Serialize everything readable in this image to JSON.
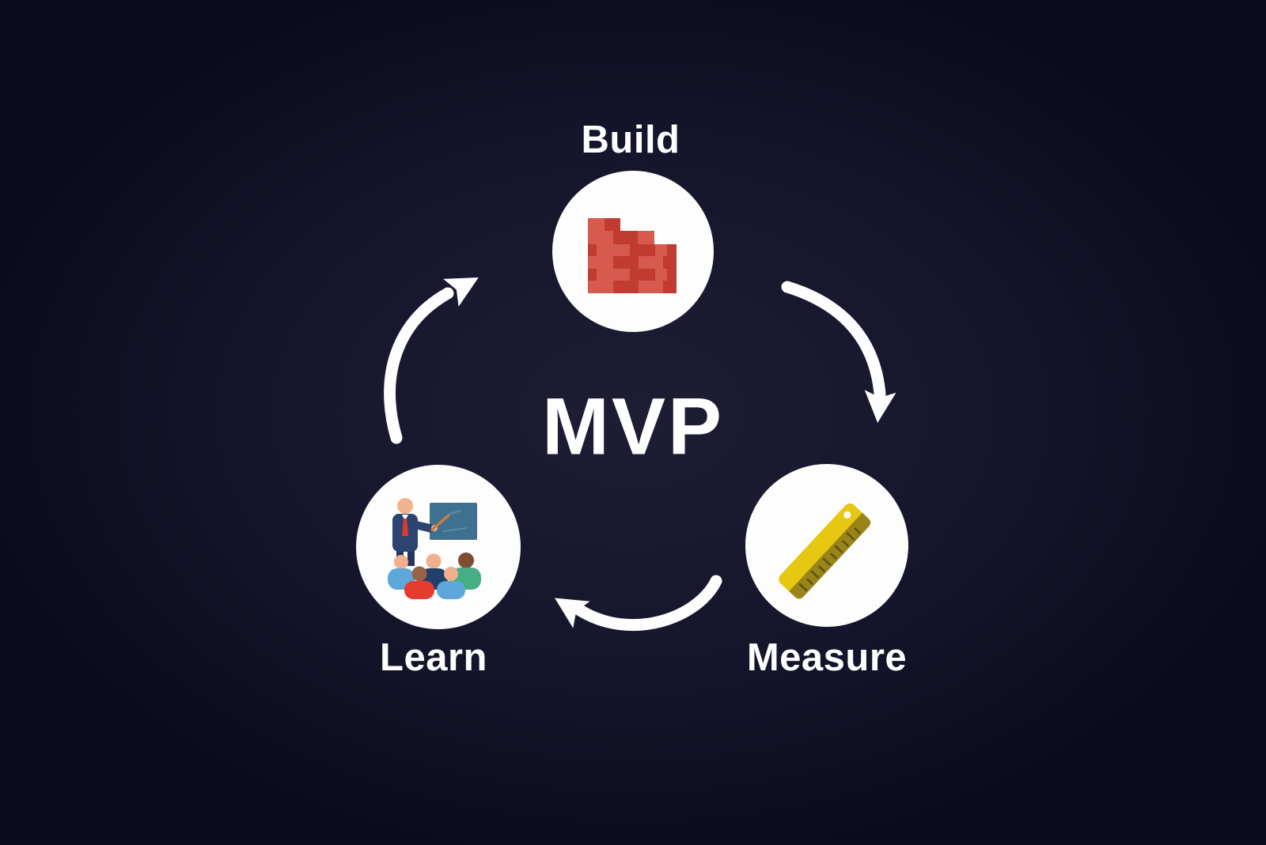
{
  "diagram": {
    "title": "MVP",
    "nodes": [
      {
        "id": "build",
        "label": "Build",
        "icon": "brick-wall-icon",
        "accent_color": "#c8453a"
      },
      {
        "id": "measure",
        "label": "Measure",
        "icon": "ruler-icon",
        "accent_color": "#e6c712"
      },
      {
        "id": "learn",
        "label": "Learn",
        "icon": "classroom-icon",
        "accent_color": "#3e7190"
      }
    ],
    "edges": [
      {
        "from": "Build",
        "to": "Measure"
      },
      {
        "from": "Measure",
        "to": "Learn"
      },
      {
        "from": "Learn",
        "to": "Build"
      }
    ],
    "colors": {
      "background": "#0b0c1e",
      "node_circle": "#fdfdfd",
      "arrow": "#fdfdfe",
      "text": "#fefefe"
    }
  }
}
